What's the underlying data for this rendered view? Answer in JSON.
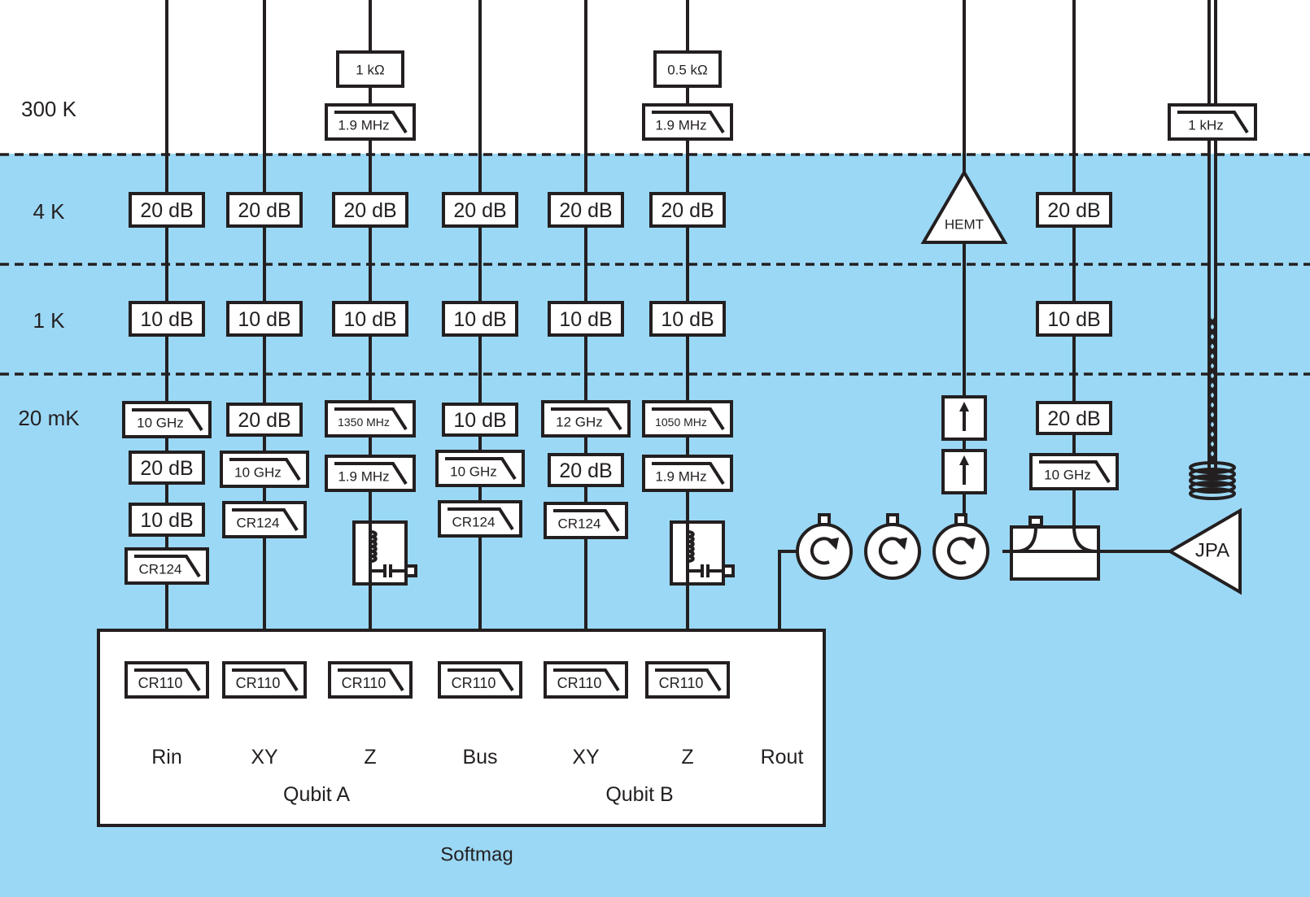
{
  "colors": {
    "cryostat": "#9bd8f5",
    "stroke": "#231f20",
    "box": "#ffffff",
    "shaded_box": "#eeeeee"
  },
  "stages": [
    "300 K",
    "4 K",
    "1 K",
    "20 mK"
  ],
  "lines": [
    {
      "label": "Rin",
      "components": [
        {
          "type": "attenuator",
          "label": "20 dB",
          "stage": "4 K"
        },
        {
          "type": "attenuator",
          "label": "10 dB",
          "stage": "1 K"
        },
        {
          "type": "lowpass",
          "label": "10 GHz",
          "stage": "20 mK"
        },
        {
          "type": "attenuator",
          "label": "20 dB",
          "stage": "20 mK",
          "shaded": true
        },
        {
          "type": "attenuator",
          "label": "10 dB",
          "stage": "20 mK",
          "shaded": true
        },
        {
          "type": "lowpass",
          "label": "CR124",
          "stage": "20 mK"
        },
        {
          "type": "lowpass",
          "label": "CR110",
          "stage": "20 mK"
        }
      ]
    },
    {
      "label": "XY",
      "components": [
        {
          "type": "attenuator",
          "label": "20 dB",
          "stage": "4 K"
        },
        {
          "type": "attenuator",
          "label": "10 dB",
          "stage": "1 K"
        },
        {
          "type": "attenuator",
          "label": "20 dB",
          "stage": "20 mK",
          "shaded": true
        },
        {
          "type": "lowpass",
          "label": "10 GHz",
          "stage": "20 mK"
        },
        {
          "type": "lowpass",
          "label": "CR124",
          "stage": "20 mK"
        },
        {
          "type": "lowpass",
          "label": "CR110",
          "stage": "20 mK"
        }
      ]
    },
    {
      "label": "Z",
      "components": [
        {
          "type": "resistor",
          "label": "1 kΩ",
          "stage": "300 K"
        },
        {
          "type": "lowpass",
          "label": "1.9 MHz",
          "stage": "300 K"
        },
        {
          "type": "attenuator",
          "label": "20 dB",
          "stage": "4 K"
        },
        {
          "type": "attenuator",
          "label": "10 dB",
          "stage": "1 K"
        },
        {
          "type": "lowpass",
          "label": "1350 MHz",
          "stage": "20 mK"
        },
        {
          "type": "lowpass",
          "label": "1.9 MHz",
          "stage": "20 mK"
        },
        {
          "type": "bias-tee",
          "label": "",
          "stage": "20 mK"
        },
        {
          "type": "lowpass",
          "label": "CR110",
          "stage": "20 mK"
        }
      ]
    },
    {
      "label": "Bus",
      "components": [
        {
          "type": "attenuator",
          "label": "20 dB",
          "stage": "4 K"
        },
        {
          "type": "attenuator",
          "label": "10 dB",
          "stage": "1 K"
        },
        {
          "type": "attenuator",
          "label": "10 dB",
          "stage": "20 mK",
          "shaded": true
        },
        {
          "type": "lowpass",
          "label": "10 GHz",
          "stage": "20 mK"
        },
        {
          "type": "lowpass",
          "label": "CR124",
          "stage": "20 mK"
        },
        {
          "type": "lowpass",
          "label": "CR110",
          "stage": "20 mK"
        }
      ]
    },
    {
      "label": "XY",
      "components": [
        {
          "type": "attenuator",
          "label": "20 dB",
          "stage": "4 K"
        },
        {
          "type": "attenuator",
          "label": "10 dB",
          "stage": "1 K"
        },
        {
          "type": "lowpass",
          "label": "12 GHz",
          "stage": "20 mK"
        },
        {
          "type": "attenuator",
          "label": "20 dB",
          "stage": "20 mK",
          "shaded": true
        },
        {
          "type": "lowpass",
          "label": "CR124",
          "stage": "20 mK"
        },
        {
          "type": "lowpass",
          "label": "CR110",
          "stage": "20 mK"
        }
      ]
    },
    {
      "label": "Z",
      "components": [
        {
          "type": "resistor",
          "label": "0.5 kΩ",
          "stage": "300 K"
        },
        {
          "type": "lowpass",
          "label": "1.9 MHz",
          "stage": "300 K"
        },
        {
          "type": "attenuator",
          "label": "20 dB",
          "stage": "4 K"
        },
        {
          "type": "attenuator",
          "label": "10 dB",
          "stage": "1 K"
        },
        {
          "type": "lowpass",
          "label": "1050 MHz",
          "stage": "20 mK"
        },
        {
          "type": "lowpass",
          "label": "1.9 MHz",
          "stage": "20 mK"
        },
        {
          "type": "bias-tee",
          "label": "",
          "stage": "20 mK"
        },
        {
          "type": "lowpass",
          "label": "CR110",
          "stage": "20 mK"
        }
      ]
    },
    {
      "label": "Rout",
      "components": []
    },
    {
      "label": "",
      "components": [
        {
          "type": "amplifier",
          "label": "HEMT",
          "stage": "4 K"
        },
        {
          "type": "isolator",
          "label": "",
          "stage": "20 mK"
        },
        {
          "type": "isolator",
          "label": "",
          "stage": "20 mK"
        }
      ]
    },
    {
      "label": "",
      "components": [
        {
          "type": "attenuator",
          "label": "20 dB",
          "stage": "4 K"
        },
        {
          "type": "attenuator",
          "label": "10 dB",
          "stage": "1 K"
        },
        {
          "type": "attenuator",
          "label": "20 dB",
          "stage": "20 mK"
        },
        {
          "type": "lowpass",
          "label": "10 GHz",
          "stage": "20 mK"
        },
        {
          "type": "directional-coupler",
          "label": "",
          "stage": "20 mK"
        }
      ]
    },
    {
      "label": "",
      "components": [
        {
          "type": "lowpass",
          "label": "1 kHz",
          "stage": "300 K"
        },
        {
          "type": "flux-coil",
          "label": "",
          "stage": "20 mK"
        }
      ]
    }
  ],
  "readout_chain": {
    "circulators": 3,
    "amplifier": "JPA"
  },
  "qubit_labels": [
    "Qubit A",
    "Qubit B"
  ],
  "enclosure_label": "Softmag"
}
